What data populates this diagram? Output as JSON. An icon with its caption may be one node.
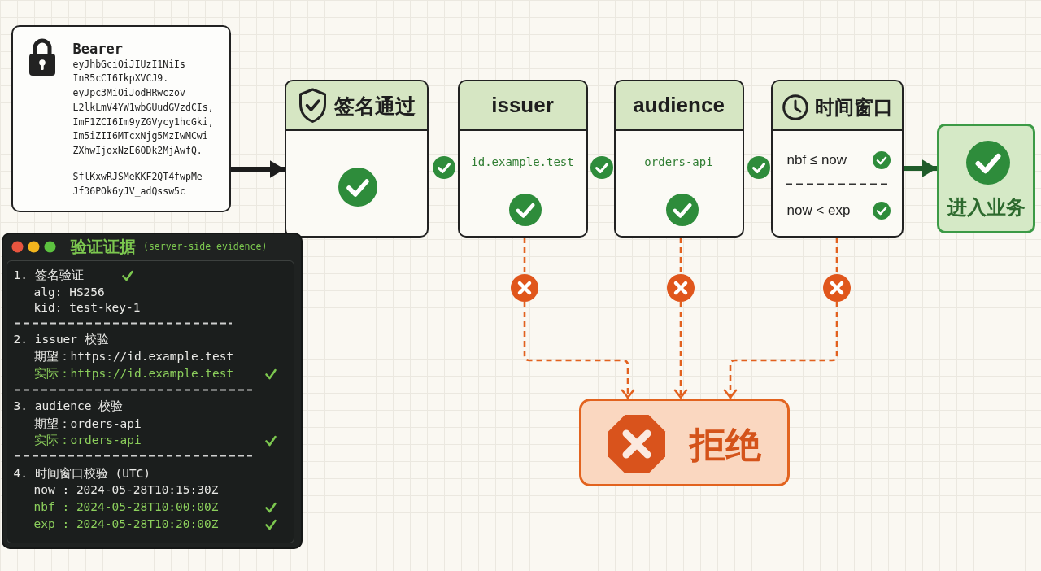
{
  "diagram": {
    "nodes": [
      {
        "text": [
          "Bearer",
          "eyJhbGciOiJIUzI1NiIs InR5cCI6IkpXVCJ9. eyJpc3MiOiJodHRwczov L2lkLmV4YW1wbGUudGVzdCIs, ImF1ZCI6Im9yZGVycy1hcGki, Im5iZII6MTcxNjg5MzIwMCwi ZXhwIjoxNzE6ODk2MjAwfQ.",
          "SflKxwRJSMeKKF2QT4fwpMe Jf36POk6yJV_adQssw5c"
        ]
      },
      {
        "text": [
          "签名通过"
        ]
      },
      {
        "text": [
          "issuer",
          "id.example.test"
        ]
      },
      {
        "text": [
          "audience",
          "orders-api"
        ]
      },
      {
        "text": [
          "时间窗口",
          "nbf ≤ now",
          "now < exp"
        ]
      },
      {
        "text": [
          "进入业务"
        ]
      },
      {
        "text": [
          "验证证据",
          "(server-side evidence)"
        ]
      },
      {
        "text": [
          "1. 签名验证",
          "alg: HS256",
          "kid: test-key-1",
          "2. issuer 校验",
          "期望：https://id.example.test",
          "实际：https://id.example.test",
          "3. audience 校验",
          "期望：orders-api",
          "实际：orders-api",
          "4. 时间窗口校验 (UTC)",
          "now : 2024-05-28T10:15:30Z",
          "nbf : 2024-05-28T10:00:00Z",
          "exp : 2024-05-28T10:20:00Z"
        ],
        "in": 6
      },
      {
        "text": [],
        "shape": "circle"
      },
      {
        "text": [],
        "shape": "circle"
      },
      {
        "text": [],
        "shape": "circle"
      },
      {
        "text": [
          "拒绝"
        ]
      }
    ],
    "edges": [
      {
        "from": 0,
        "to": 1,
        "arrow": "to",
        "style": "thick",
        "color": "#1c1c1c"
      },
      {
        "from": 4,
        "to": 5,
        "arrow": "to",
        "style": "thick",
        "color": "#1f5c2a"
      },
      {
        "from": 2,
        "to": 8,
        "arrow": "none",
        "style": "dashed"
      },
      {
        "from": 8,
        "to": 11,
        "arrow": "to",
        "style": "dashed"
      },
      {
        "from": 3,
        "to": 9,
        "arrow": "none",
        "style": "dashed"
      },
      {
        "from": 9,
        "to": 11,
        "arrow": "to",
        "style": "dashed"
      },
      {
        "from": 4,
        "to": 10,
        "arrow": "none",
        "style": "dashed"
      },
      {
        "from": 10,
        "to": 11,
        "arrow": "to",
        "style": "dashed"
      }
    ]
  }
}
